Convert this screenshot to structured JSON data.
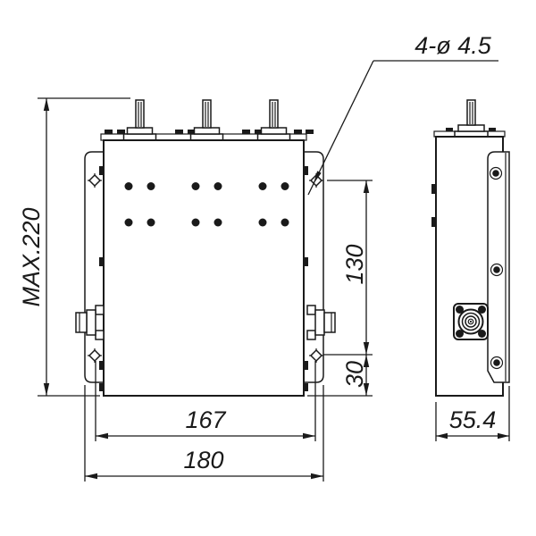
{
  "page": {
    "background": "#ffffff",
    "line_color": "#1a1a1a"
  },
  "drawing": {
    "type": "mechanical-dimension-drawing",
    "annotations": {
      "hole_callout": "4-ø 4.5"
    },
    "dimensions": {
      "overall_height": "MAX.220",
      "hole_pitch_vertical": "130",
      "hole_offset_bottom": "30",
      "hole_pitch_horizontal": "167",
      "overall_width": "180",
      "side_depth": "55.4"
    }
  }
}
